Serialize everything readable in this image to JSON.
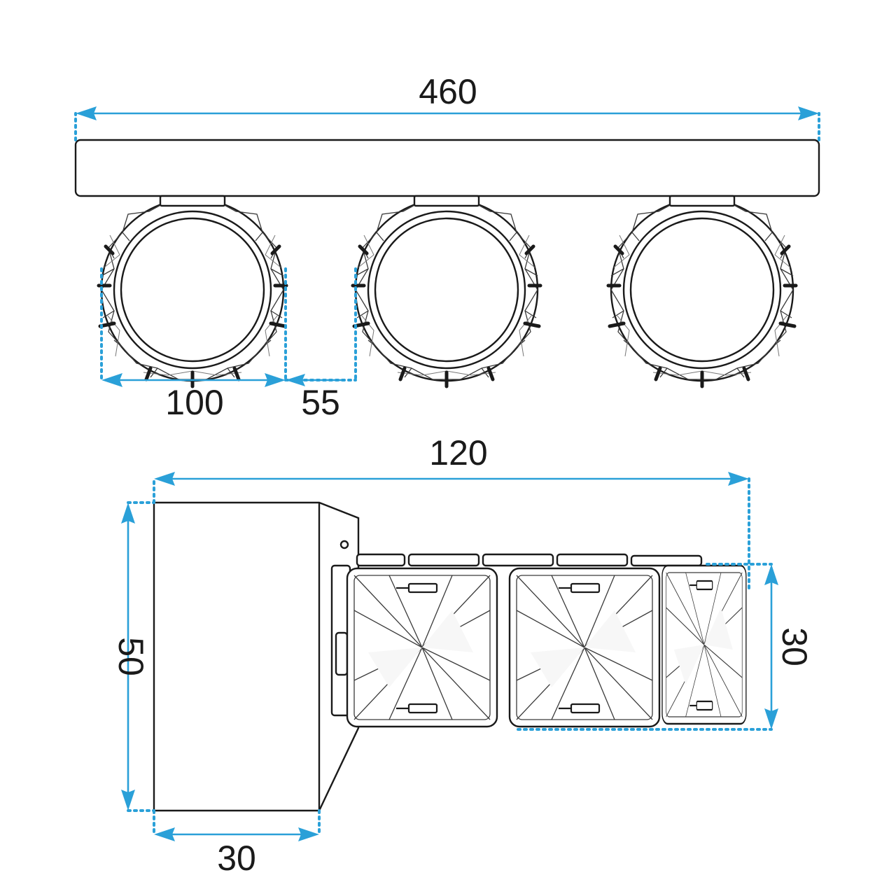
{
  "diagram": {
    "top_view": {
      "overall_width": "460",
      "globe_diameter": "100",
      "globe_gap": "55"
    },
    "side_view": {
      "overall_length": "120",
      "base_height": "50",
      "crystal_height": "30",
      "base_depth": "30"
    },
    "colors": {
      "dimension": "#2aa0d8",
      "outline": "#1a1a1a"
    }
  }
}
